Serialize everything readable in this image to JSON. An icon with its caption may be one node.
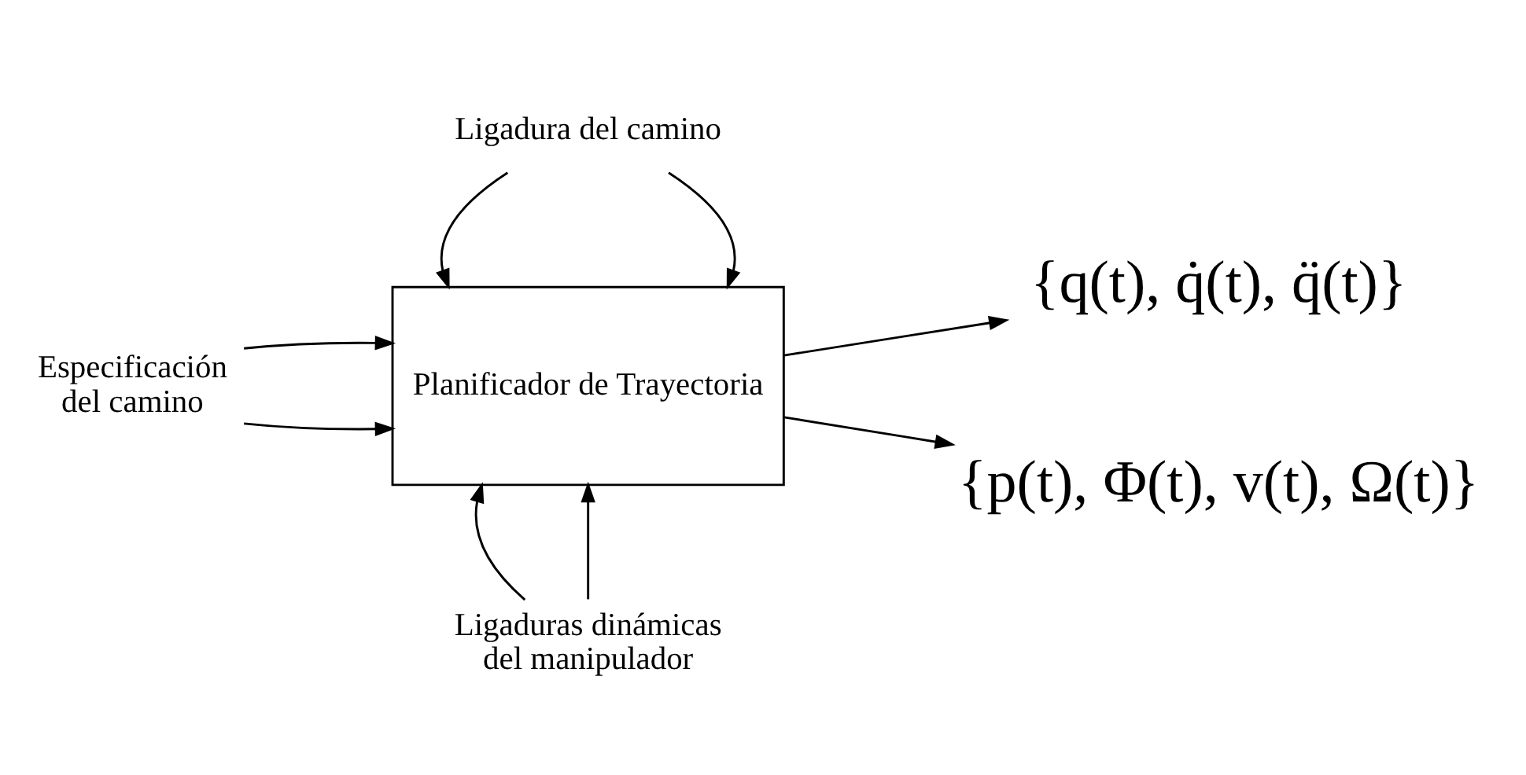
{
  "diagram": {
    "nodes": [
      {
        "text": [
          "Ligadura del camino"
        ]
      },
      {
        "text": [
          "Especificación del camino"
        ]
      },
      {
        "text": [
          "Planificador de Trayectoria"
        ]
      },
      {
        "text": [
          "{q(t), q̇(t), q̈(t)}"
        ]
      },
      {
        "text": [
          "{p(t), Φ(t), v(t), Ω(t)}"
        ]
      },
      {
        "text": [
          "Ligaduras dinámicas del manipulador"
        ]
      }
    ],
    "edges": [
      {
        "from": 0,
        "to": 2,
        "arrow": "to"
      },
      {
        "from": 0,
        "to": 2,
        "arrow": "to"
      },
      {
        "from": 1,
        "to": 2,
        "arrow": "to"
      },
      {
        "from": 1,
        "to": 2,
        "arrow": "to"
      },
      {
        "from": 2,
        "to": 3,
        "arrow": "to"
      },
      {
        "from": 2,
        "to": 4,
        "arrow": "to"
      },
      {
        "from": 5,
        "to": 2,
        "arrow": "to"
      },
      {
        "from": 5,
        "to": 2,
        "arrow": "to"
      }
    ]
  }
}
